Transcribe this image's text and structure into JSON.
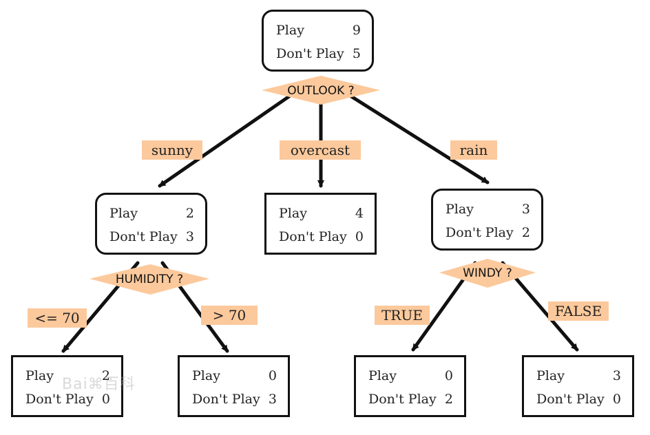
{
  "colors": {
    "tag_fill": "#fcc99c",
    "line": "#111111"
  },
  "root": {
    "play_label": "Play",
    "play_count": "9",
    "dont_label": "Don't Play",
    "dont_count": "5",
    "test": "OUTLOOK ?"
  },
  "edges": {
    "sunny": "sunny",
    "overcast": "overcast",
    "rain": "rain",
    "le70": "<= 70",
    "gt70": "> 70",
    "true": "TRUE",
    "false": "FALSE"
  },
  "sunny_node": {
    "play_label": "Play",
    "play_count": "2",
    "dont_label": "Don't Play",
    "dont_count": "3",
    "test": "HUMIDITY ?"
  },
  "overcast_node": {
    "play_label": "Play",
    "play_count": "4",
    "dont_label": "Don't Play",
    "dont_count": "0"
  },
  "rain_node": {
    "play_label": "Play",
    "play_count": "3",
    "dont_label": "Don't Play",
    "dont_count": "2",
    "test": "WINDY ?"
  },
  "leaf_le70": {
    "play_label": "Play",
    "play_count": "2",
    "dont_label": "Don't Play",
    "dont_count": "0"
  },
  "leaf_gt70": {
    "play_label": "Play",
    "play_count": "0",
    "dont_label": "Don't Play",
    "dont_count": "3"
  },
  "leaf_true": {
    "play_label": "Play",
    "play_count": "0",
    "dont_label": "Don't Play",
    "dont_count": "2"
  },
  "leaf_false": {
    "play_label": "Play",
    "play_count": "3",
    "dont_label": "Don't Play",
    "dont_count": "0"
  }
}
